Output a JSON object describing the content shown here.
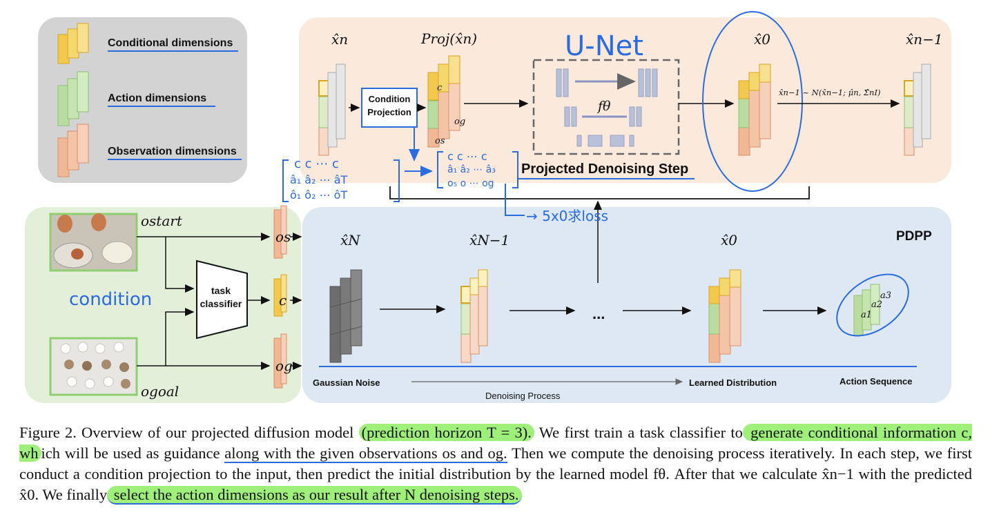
{
  "legend": {
    "conditional": "Conditional dimensions",
    "action": "Action dimensions",
    "observation": "Observation dimensions"
  },
  "top_panel": {
    "x_n": "x̂n",
    "proj": "Proj(x̂n)",
    "cond_proj_line1": "Condition",
    "cond_proj_line2": "Projection",
    "c": "c",
    "o_g": "og",
    "o_s": "os",
    "f_theta": "fθ",
    "projected_step": "Projected Denoising Step",
    "x_0": "x̂0",
    "x_n_minus_1": "x̂n−1",
    "sampling": "x̂n−1 ~ N(x̂n−1; μ̂n, Σ̂nI)"
  },
  "handwriting": {
    "unet": "U-Net",
    "condition": "condition",
    "loss_note": "→ 5x0求loss",
    "matrix_left_r1": "c  c ⋯ c",
    "matrix_left_r2": "â₁  â₂ ⋯ âT",
    "matrix_left_r3": "ô₁  ô₂ ⋯ ôT",
    "matrix_right_r1": "c  c ⋯ c",
    "matrix_right_r2": "â₁  â₂ ⋯ â₃",
    "matrix_right_r3": "o₅  o ⋯ og"
  },
  "left_panel": {
    "o_start": "ostart",
    "o_goal": "ogoal",
    "task_classifier_line1": "task",
    "task_classifier_line2": "classifier",
    "o_s": "os",
    "c": "c",
    "o_g": "og"
  },
  "bottom_panel": {
    "pdpp": "PDPP",
    "x_N": "x̂N",
    "x_N_minus_1": "x̂N−1",
    "dots": "...",
    "x_0": "x̂0",
    "gaussian": "Gaussian Noise",
    "learned": "Learned Distribution",
    "action_seq": "Action Sequence",
    "denoising": "Denoising Process",
    "a1": "a1",
    "a2": "a2",
    "a3": "a3"
  },
  "caption": {
    "t1": "Figure 2.  Overview of our projected diffusion model",
    "h1": "(prediction horizon T = 3).",
    "t2": " We first train a task classifier to",
    "h2": " generate conditional information c, wh",
    "t3": "ich will be used as guidance ",
    "u1": "along with the given observations os and og.",
    "t4": " Then we compute the denoising process iteratively.  In each step, we first conduct a condition projection to the input, then predict the initial distribution by the learned model fθ.  After that we calculate x̂n−1 with the predicted x̂0.  We finally",
    "h3": " select the action dimensions as our result after N denoising steps."
  },
  "colors": {
    "legend_bg": "#d3d3d3",
    "top_bg": "#fbe9dc",
    "left_bg": "#e3efd8",
    "bottom_bg": "#dde8f3",
    "yellow": "#f2c94c",
    "green": "#b9dca0",
    "orange": "#f0b894",
    "annotation_blue": "#2a6be0",
    "highlight_green": "#9ef07a"
  }
}
